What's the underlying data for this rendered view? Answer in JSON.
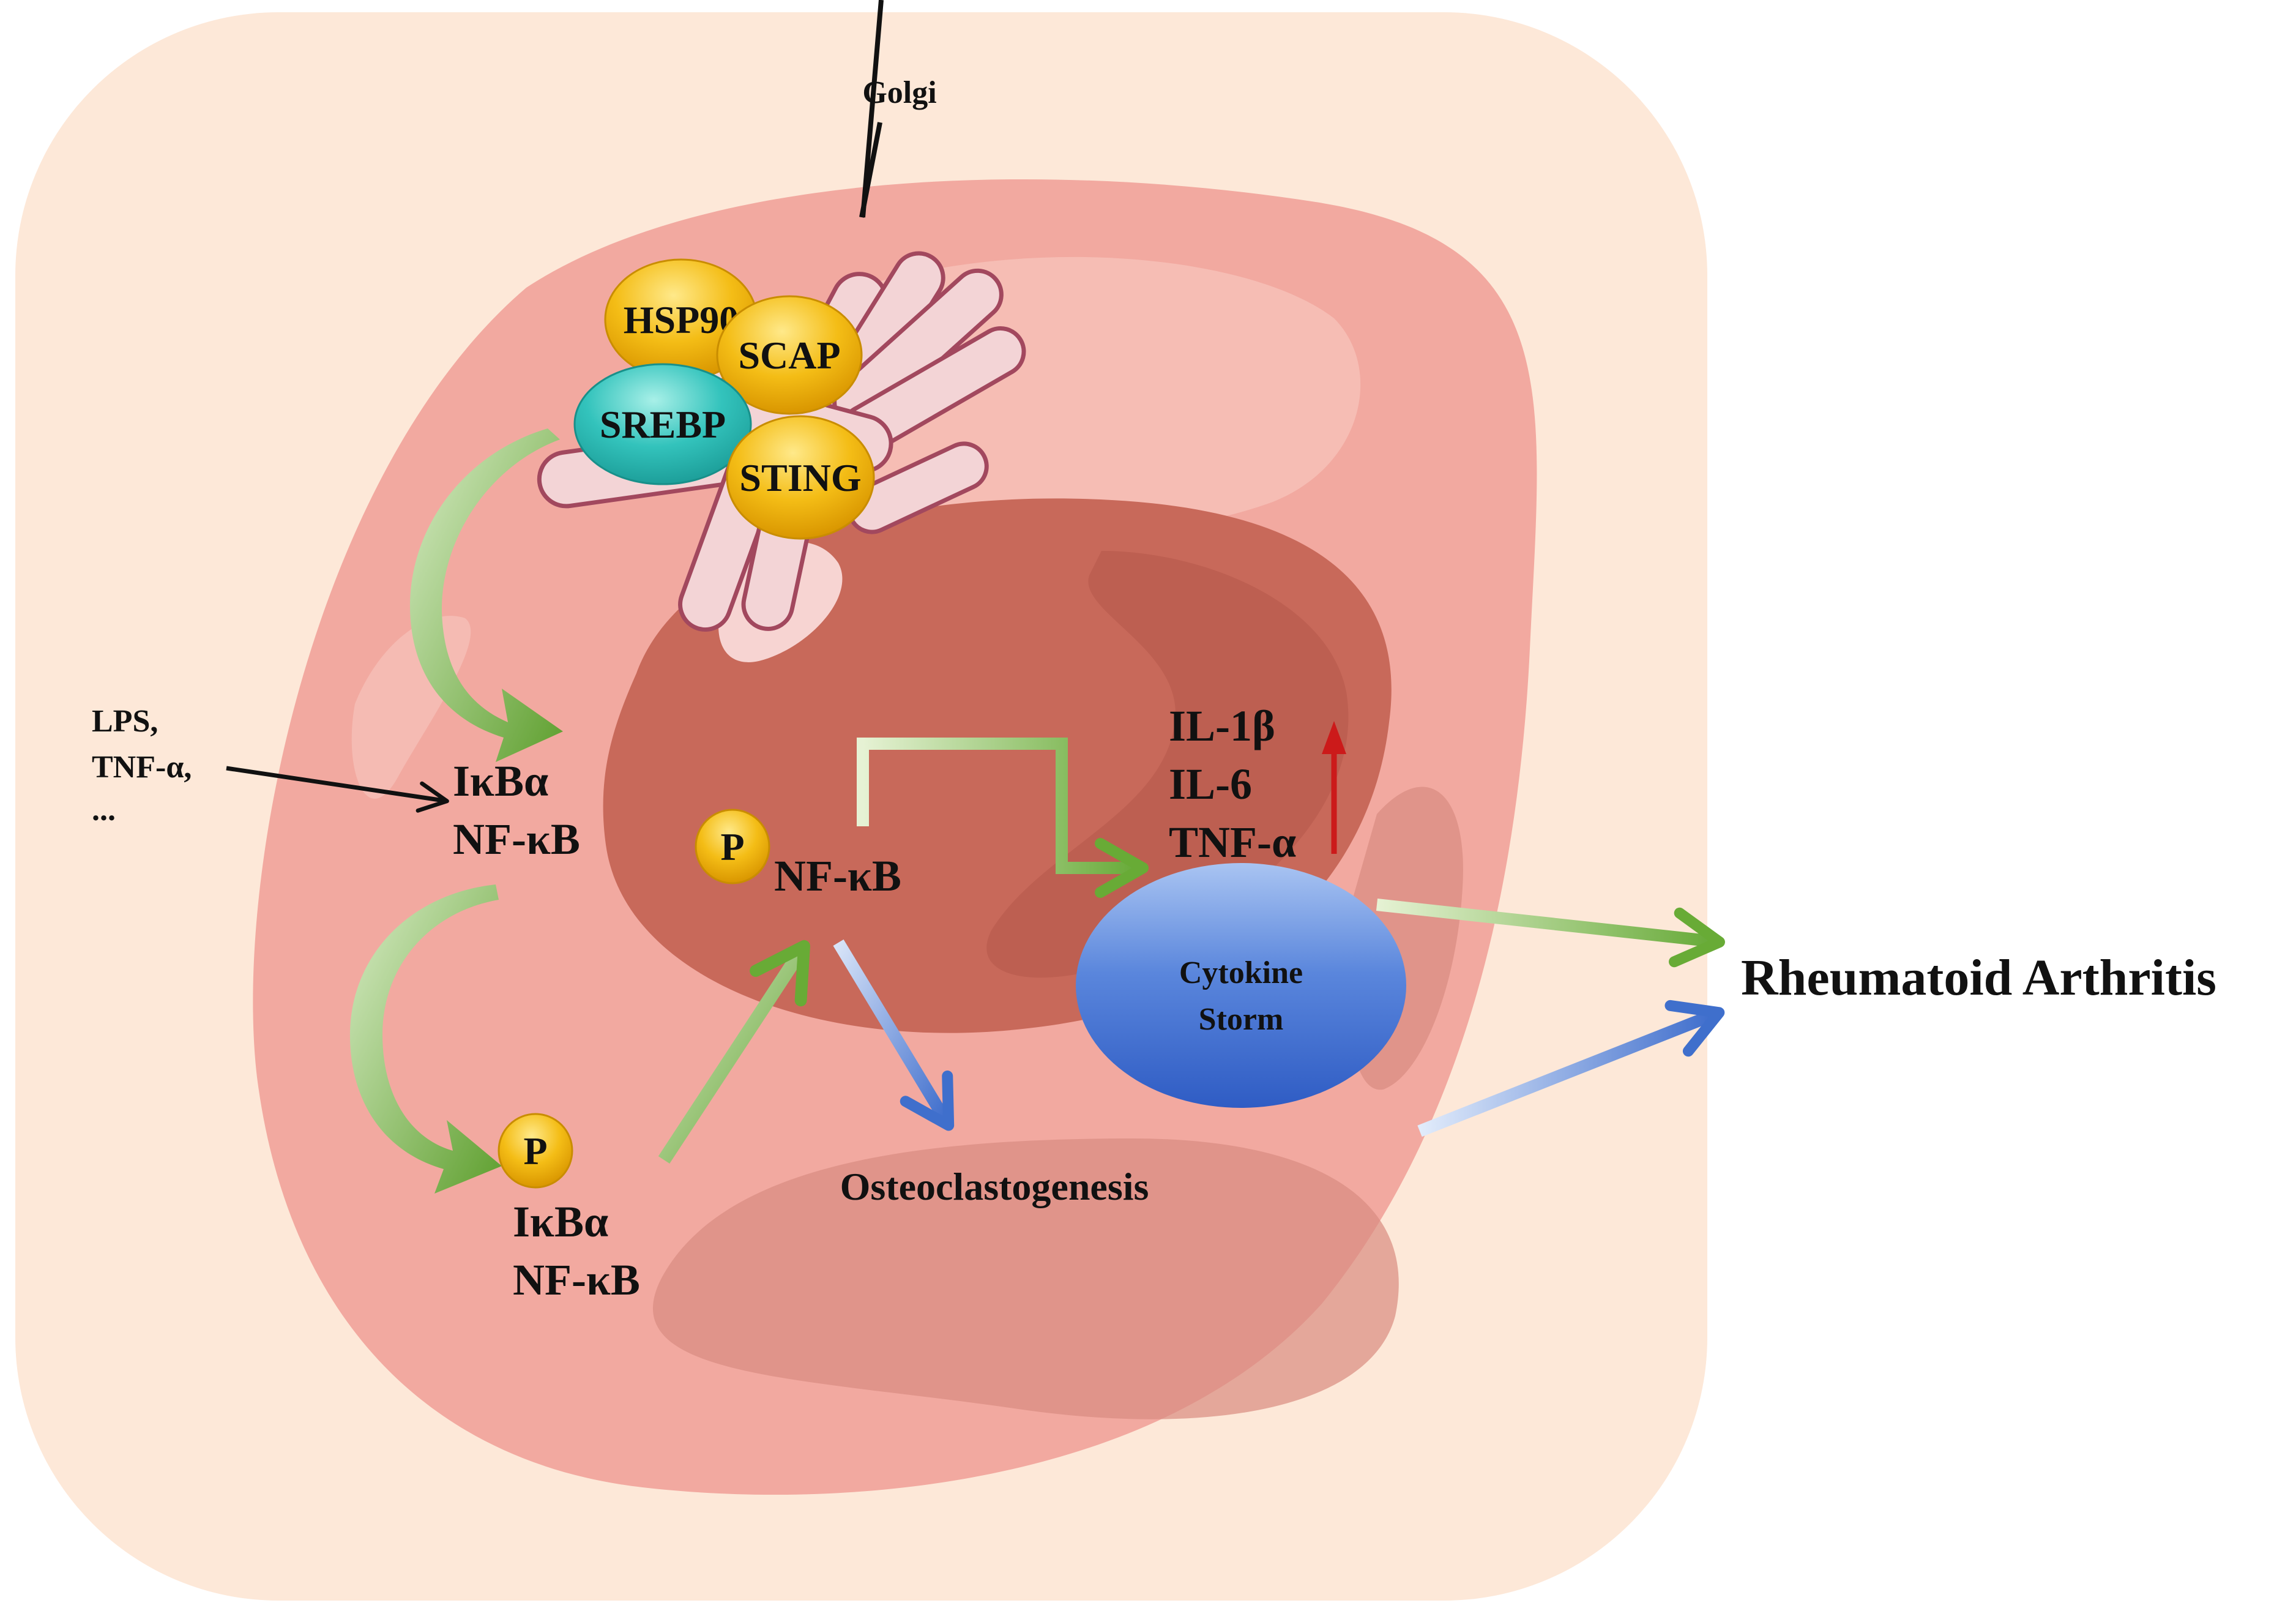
{
  "labels": {
    "golgi": "Golgi",
    "hsp90": "HSP90",
    "scap": "SCAP",
    "srebp": "SREBP",
    "sting": "STING",
    "stimulus_1": "LPS,",
    "stimulus_2": "TNF-α,",
    "stimulus_3": "...",
    "ikba_top": "IκBα",
    "nfkb_top": "NF-κB",
    "p_center": "P",
    "nfkb_center": "NF-κB",
    "p_bottom": "P",
    "ikba_bottom": "IκBα",
    "nfkb_bottom": "NF-κB",
    "il1b": "IL-1β",
    "il6": "IL-6",
    "tnfa": "TNF-α",
    "cytokine_1": "Cytokine",
    "cytokine_2": "Storm",
    "osteoclastogenesis": "Osteoclastogenesis",
    "outcome": "Rheumatoid Arthritis"
  },
  "colors": {
    "cell_background": "#fde8d8",
    "cell_body": "#f2a9a0",
    "nucleus": "#c8695a",
    "golgi_fill": "#f3d4d6",
    "golgi_stroke": "#a2485e",
    "protein_gold": "#f2b300",
    "protein_teal": "#2cbdb7",
    "cytokine_blue": "#3d6bd0",
    "arrow_green": "#6aaa3a",
    "arrow_blue": "#3f6fcc",
    "arrow_red": "#cc1a1a"
  }
}
